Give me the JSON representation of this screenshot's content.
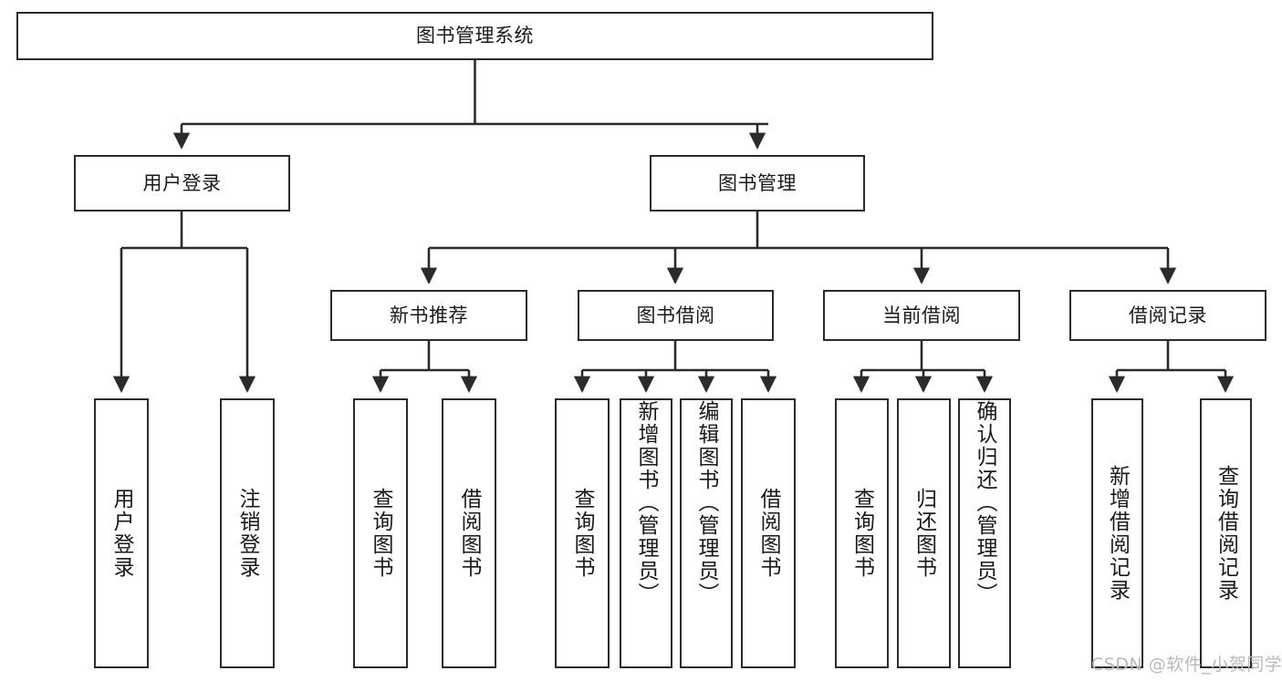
{
  "diagram": {
    "title": "图书管理系统",
    "type": "tree-hierarchy-chart",
    "root": {
      "label": "图书管理系统"
    },
    "level2": [
      {
        "label": "用户登录"
      },
      {
        "label": "图书管理"
      }
    ],
    "level3": [
      {
        "label": "新书推荐"
      },
      {
        "label": "图书借阅"
      },
      {
        "label": "当前借阅"
      },
      {
        "label": "借阅记录"
      }
    ],
    "leaves": [
      {
        "label": "用户登录"
      },
      {
        "label": "注销登录"
      },
      {
        "label": "查询图书"
      },
      {
        "label": "借阅图书"
      },
      {
        "label": "查询图书"
      },
      {
        "label": "新增图书（管理员）"
      },
      {
        "label": "编辑图书（管理员）"
      },
      {
        "label": "借阅图书"
      },
      {
        "label": "查询图书"
      },
      {
        "label": "归还图书"
      },
      {
        "label": "确认归还（管理员）"
      },
      {
        "label": "新增借阅记录"
      },
      {
        "label": "查询借阅记录"
      }
    ],
    "watermark": "CSDN @软件_小贺同学",
    "colors": {
      "stroke": "#2b2b2b",
      "fill": "#ffffff",
      "text": "#1a1a1a",
      "watermark": "#b9b9b9"
    }
  }
}
